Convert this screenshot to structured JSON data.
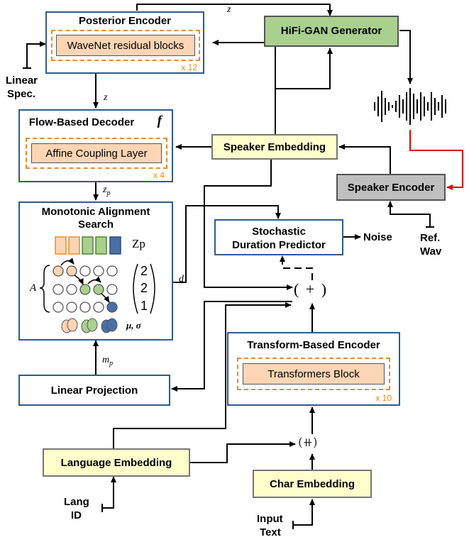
{
  "posterior_encoder": {
    "title": "Posterior Encoder",
    "inner": "WaveNet residual blocks",
    "multiplier": "x 12"
  },
  "hifigan": {
    "title": "HiFi-GAN Generator"
  },
  "flow_decoder": {
    "title": "Flow-Based Decoder",
    "symbol": "f",
    "inner": "Affine Coupling Layer",
    "multiplier": "x 4"
  },
  "speaker_embedding": {
    "title": "Speaker Embedding"
  },
  "speaker_encoder": {
    "title": "Speaker Encoder"
  },
  "mas": {
    "title_line1": "Monotonic Alignment",
    "title_line2": "Search",
    "zp_label": "Zp",
    "a_label": "A",
    "mu_sigma": "μ, σ",
    "matrix": [
      "2",
      "2",
      "1"
    ]
  },
  "stochastic": {
    "line1": "Stochastic",
    "line2": "Duration Predictor"
  },
  "noise": "Noise",
  "transformer_encoder": {
    "title": "Transform-Based Encoder",
    "inner": "Transformers Block",
    "multiplier": "x 10"
  },
  "linear_projection": {
    "title": "Linear Projection"
  },
  "language_embedding": {
    "title": "Language Embedding"
  },
  "char_embedding": {
    "title": "Char Embedding"
  },
  "inputs": {
    "linear_spec_1": "Linear",
    "linear_spec_2": "Spec.",
    "ref_wav_1": "Ref.",
    "ref_wav_2": "Wav",
    "lang_id_1": "Lang",
    "lang_id_2": "ID",
    "input_text_1": "Input",
    "input_text_2": "Text"
  },
  "symbols": {
    "z_top": "z",
    "z_mid": "z",
    "zp": "z",
    "zp_sub": "p",
    "d": "d",
    "mp": "m",
    "mp_sub": "p",
    "plus": "( + )",
    "concat": "(⧺)"
  },
  "colors": {
    "box_border": "#2e5b8c",
    "dashed": "#f08a24",
    "inner_fill": "#fcd5b4",
    "hifigan_fill": "#a9d08e",
    "embedding_fill": "#ffffcc",
    "speaker_encoder_fill": "#bfbfbf",
    "red_arrow": "#e00000"
  }
}
